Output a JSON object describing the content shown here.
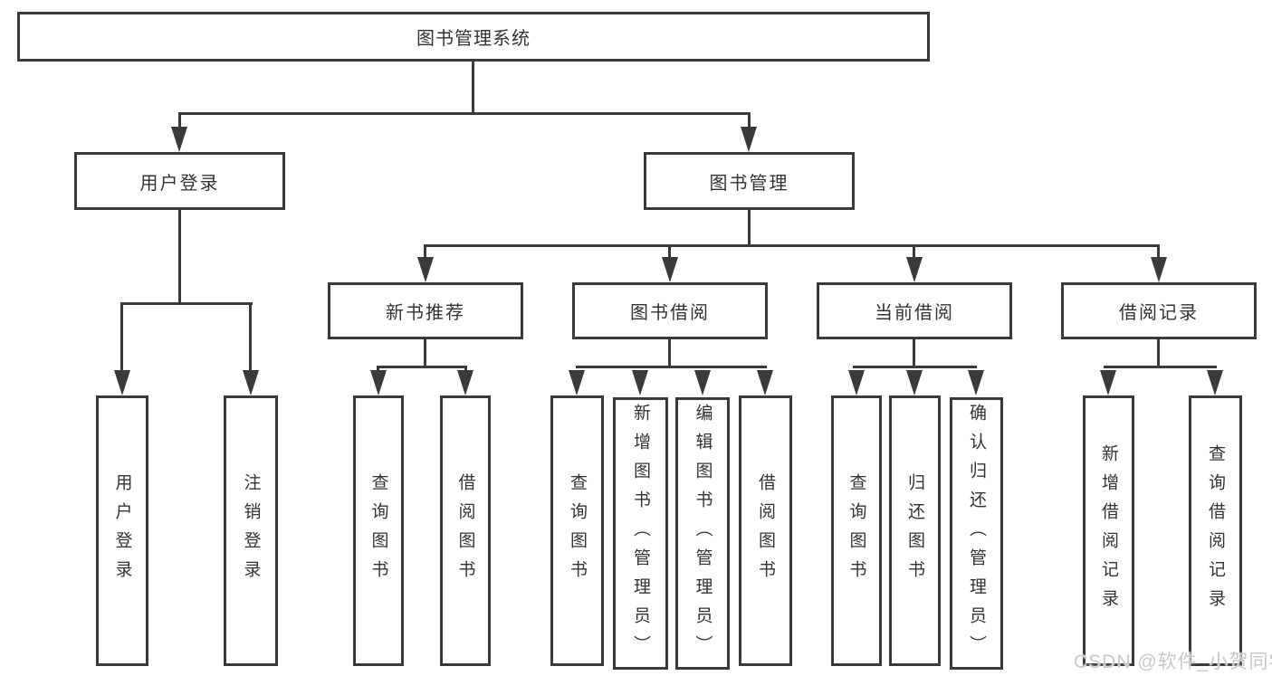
{
  "tree": {
    "root": "图书管理系统",
    "branches": [
      {
        "label": "用户登录",
        "children": [
          "用户登录",
          "注销登录"
        ]
      },
      {
        "label": "图书管理",
        "groups": [
          {
            "label": "新书推荐",
            "children": [
              "查询图书",
              "借阅图书"
            ]
          },
          {
            "label": "图书借阅",
            "children": [
              "查询图书",
              "新增图书（管理员）",
              "编辑图书（管理员）",
              "借阅图书"
            ]
          },
          {
            "label": "当前借阅",
            "children": [
              "查询图书",
              "归还图书",
              "确认归还（管理员）"
            ]
          },
          {
            "label": "借阅记录",
            "children": [
              "新增借阅记录",
              "查询借阅记录"
            ]
          }
        ]
      }
    ]
  },
  "watermark": {
    "text": "CSDN @软件_小贺同学"
  },
  "colors": {
    "line": "#3a3a3a",
    "text": "#333333",
    "watermark": "#c8c8c8",
    "background": "#ffffff"
  }
}
